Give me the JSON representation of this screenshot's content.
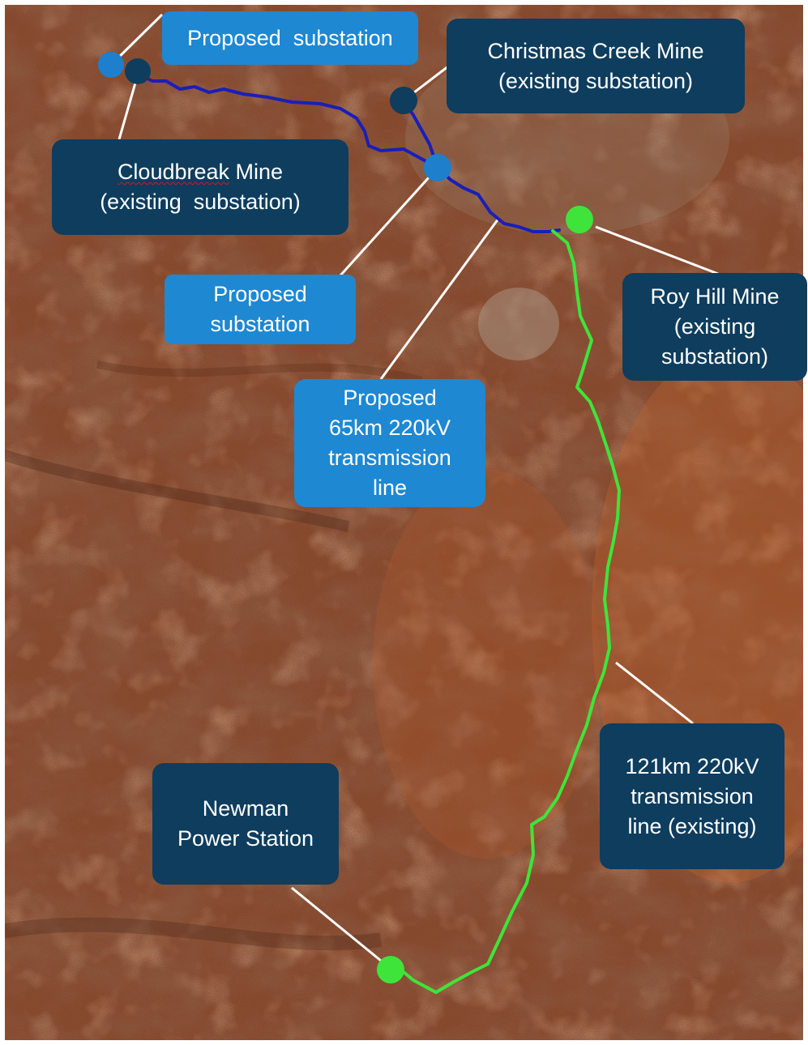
{
  "colors": {
    "existing_line": "#3fe43a",
    "proposed_line": "#1a1fb8",
    "existing_node": "#0e3d5e",
    "proposed_node": "#1e7fcc",
    "dark_label_bg": "#0e3d5e",
    "light_label_bg": "#1e88d2",
    "leader_line": "#ffffff"
  },
  "labels": {
    "proposed_substation_top": "Proposed  substation",
    "christmas_creek": [
      "Christmas Creek Mine",
      "(existing substation)"
    ],
    "cloudbreak": {
      "name": "Cloudbreak",
      "suffix": " Mine",
      "line2": "(existing  substation)"
    },
    "proposed_substation_mid": [
      "Proposed",
      "substation"
    ],
    "roy_hill": [
      "Roy Hill Mine",
      "(existing",
      "substation)"
    ],
    "proposed_line": [
      "Proposed",
      "65km 220kV",
      "transmission",
      "line"
    ],
    "existing_line": [
      "121km 220kV",
      "transmission",
      "line (existing)"
    ],
    "newman": [
      "Newman",
      "Power Station"
    ]
  }
}
